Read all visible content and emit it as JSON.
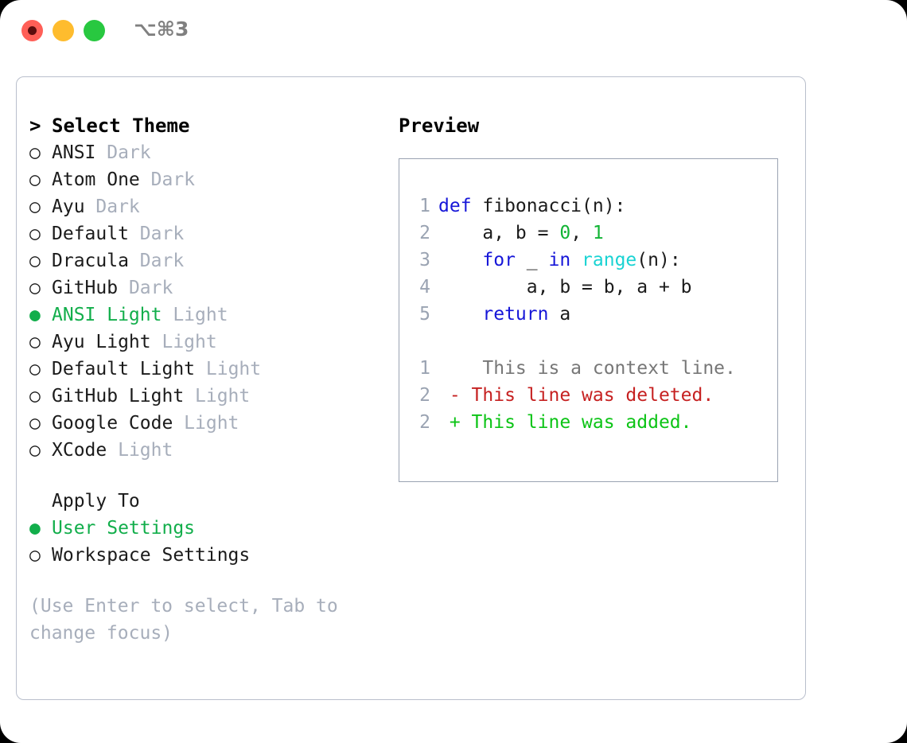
{
  "titlebar": {
    "dots": [
      {
        "name": "close-button",
        "color": "#ff5f57"
      },
      {
        "name": "minimize-button",
        "color": "#febc2e"
      },
      {
        "name": "maximize-button",
        "color": "#28c840"
      }
    ],
    "shortcut": "⌥⌘3"
  },
  "theme_list": {
    "header_marker": ">",
    "header": "Select Theme",
    "items": [
      {
        "marker": "○",
        "selected": false,
        "name": "ANSI",
        "variant": "Dark"
      },
      {
        "marker": "○",
        "selected": false,
        "name": "Atom One",
        "variant": "Dark"
      },
      {
        "marker": "○",
        "selected": false,
        "name": "Ayu",
        "variant": "Dark"
      },
      {
        "marker": "○",
        "selected": false,
        "name": "Default",
        "variant": "Dark"
      },
      {
        "marker": "○",
        "selected": false,
        "name": "Dracula",
        "variant": "Dark"
      },
      {
        "marker": "○",
        "selected": false,
        "name": "GitHub",
        "variant": "Dark"
      },
      {
        "marker": "●",
        "selected": true,
        "name": "ANSI Light",
        "variant": "Light"
      },
      {
        "marker": "○",
        "selected": false,
        "name": "Ayu Light",
        "variant": "Light"
      },
      {
        "marker": "○",
        "selected": false,
        "name": "Default Light",
        "variant": "Light"
      },
      {
        "marker": "○",
        "selected": false,
        "name": "GitHub Light",
        "variant": "Light"
      },
      {
        "marker": "○",
        "selected": false,
        "name": "Google Code",
        "variant": "Light"
      },
      {
        "marker": "○",
        "selected": false,
        "name": "XCode",
        "variant": "Light"
      }
    ]
  },
  "apply_to": {
    "header": "Apply To",
    "items": [
      {
        "marker": "●",
        "selected": true,
        "label": "User Settings"
      },
      {
        "marker": "○",
        "selected": false,
        "label": "Workspace Settings"
      }
    ]
  },
  "hint": "(Use Enter to select, Tab to change focus)",
  "preview": {
    "title": "Preview",
    "code_lines": [
      {
        "num": "1",
        "tokens": [
          {
            "t": "def",
            "c": "kw"
          },
          {
            "t": " fibonacci(n):",
            "c": "plain"
          }
        ]
      },
      {
        "num": "2",
        "tokens": [
          {
            "t": "    a, b = ",
            "c": "plain"
          },
          {
            "t": "0",
            "c": "num"
          },
          {
            "t": ", ",
            "c": "plain"
          },
          {
            "t": "1",
            "c": "num"
          }
        ]
      },
      {
        "num": "3",
        "tokens": [
          {
            "t": "    ",
            "c": "plain"
          },
          {
            "t": "for",
            "c": "kw"
          },
          {
            "t": " _ ",
            "c": "plain"
          },
          {
            "t": "in",
            "c": "kw"
          },
          {
            "t": " ",
            "c": "plain"
          },
          {
            "t": "range",
            "c": "fn"
          },
          {
            "t": "(n):",
            "c": "plain"
          }
        ]
      },
      {
        "num": "4",
        "tokens": [
          {
            "t": "        a, b = b, a + b",
            "c": "plain"
          }
        ]
      },
      {
        "num": "5",
        "tokens": [
          {
            "t": "    ",
            "c": "plain"
          },
          {
            "t": "return",
            "c": "kw"
          },
          {
            "t": " a",
            "c": "plain"
          }
        ]
      }
    ],
    "diff_lines": [
      {
        "num": "1",
        "sign": " ",
        "text": "  This is a context line.",
        "cls": "ctx"
      },
      {
        "num": "2",
        "sign": "-",
        "text": " This line was deleted.",
        "cls": "del"
      },
      {
        "num": "2",
        "sign": "+",
        "text": " This line was added.",
        "cls": "add"
      }
    ]
  },
  "colors": {
    "accent_green": "#12ae4b",
    "dim_gray": "#a7aebb",
    "border": "#b9bfcc",
    "preview_border": "#9aa3b2",
    "keyword_blue": "#1616d8",
    "number_green": "#12b435",
    "function_cyan": "#19d3d3",
    "diff_delete": "#c62121",
    "diff_add": "#0cc416"
  }
}
